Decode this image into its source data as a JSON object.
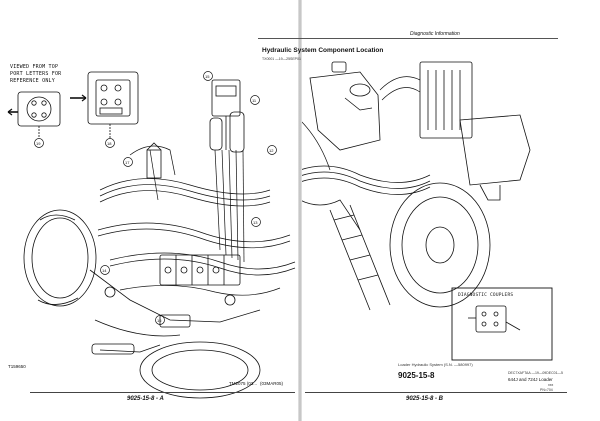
{
  "header": {
    "section": "Diagnostic Information",
    "title": "Hydraulic System Component Location",
    "ref_code": "TX0001 —19—25SEP01"
  },
  "left_callout": {
    "note": [
      "VIEWED FROM TOP",
      "PORT LETTERS FOR",
      "REFERENCE ONLY"
    ],
    "bubble_a": "19",
    "bubble_b": "18"
  },
  "callouts": [
    "17",
    "15",
    "11",
    "12",
    "13",
    "14",
    "16"
  ],
  "diagnostic_box": {
    "label": "DIAGNOSTIC COUPLERS"
  },
  "left_footer": {
    "figure_code": "T159650",
    "manual": "TM2075 (03...",
    "date": "(03MAR05)",
    "page_ref": "9025-15-8 - A"
  },
  "right_footer": {
    "system": "Loader Hydraulic System (S.N. —580997)",
    "page_num": "9025-15-8",
    "ref_line": "DEC7XAFTAA —19—09DEC01—5",
    "model": "644J and 724J Loader",
    "model_sub": "xxx",
    "pn": "PN=704",
    "page_ref": "9025-15-8 - B"
  }
}
